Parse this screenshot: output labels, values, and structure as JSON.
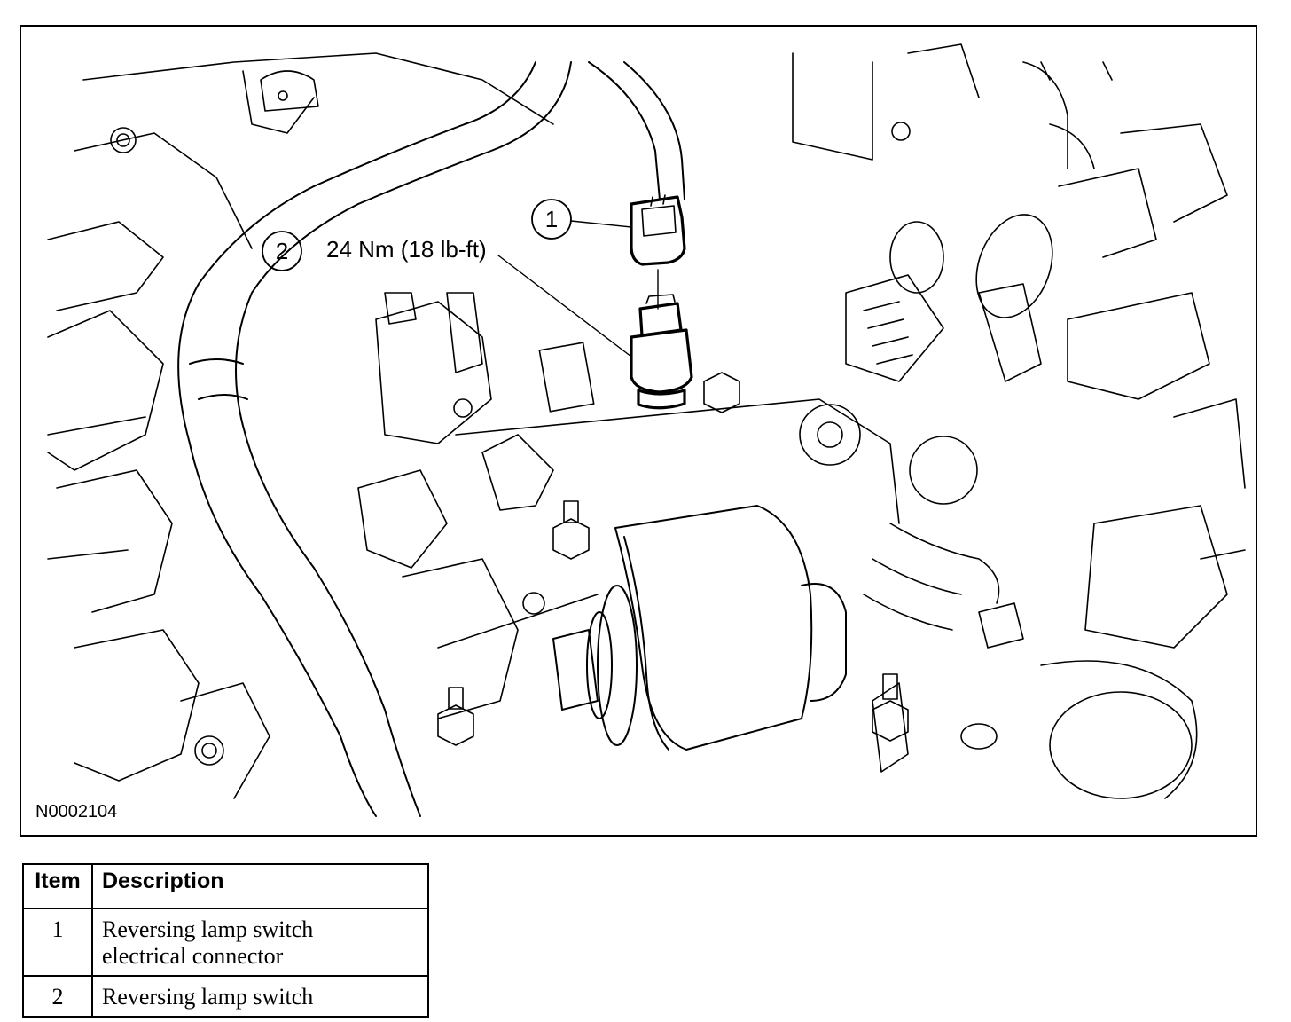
{
  "figure": {
    "figure_id": "N0002104",
    "callouts": [
      {
        "number": "1"
      },
      {
        "number": "2"
      }
    ],
    "torque_spec": "24 Nm (18 lb-ft)"
  },
  "legend": {
    "headers": {
      "item": "Item",
      "description": "Description"
    },
    "rows": [
      {
        "item": "1",
        "description_line1": "Reversing lamp switch",
        "description_line2": "electrical connector"
      },
      {
        "item": "2",
        "description_line1": "Reversing lamp switch",
        "description_line2": ""
      }
    ]
  },
  "colors": {
    "ink": "#000000",
    "paper": "#ffffff"
  }
}
